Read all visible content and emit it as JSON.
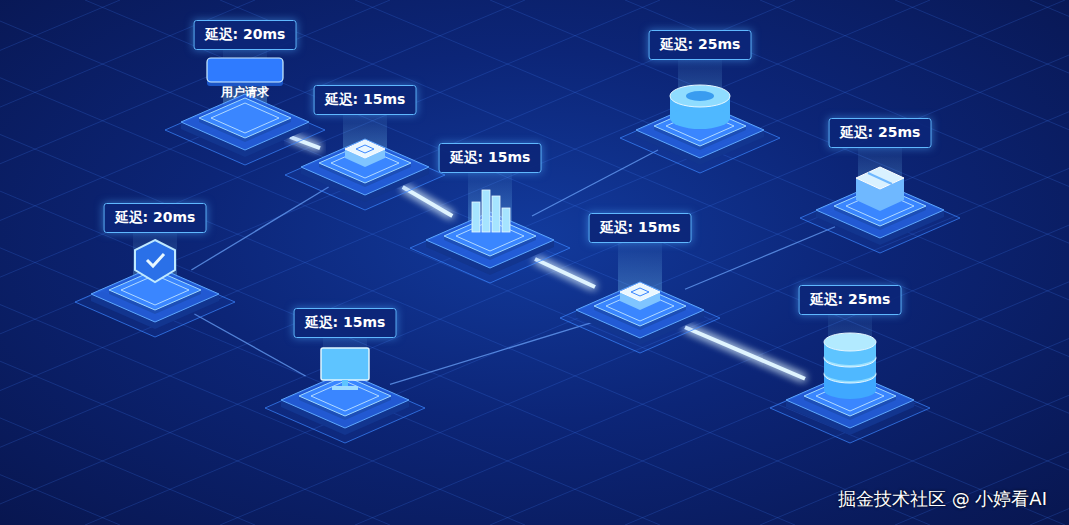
{
  "diagram": {
    "nodes": [
      {
        "text": [
          "延迟: 20ms",
          "用户请求"
        ]
      },
      {
        "text": [
          "延迟: 15ms"
        ]
      },
      {
        "text": [
          "延迟: 15ms"
        ]
      },
      {
        "text": [
          "延迟: 25ms"
        ]
      },
      {
        "text": [
          "延迟: 25ms"
        ]
      },
      {
        "text": [
          "延迟: 20ms"
        ]
      },
      {
        "text": [
          "延迟: 15ms"
        ]
      },
      {
        "text": [
          "延迟: 15ms"
        ]
      },
      {
        "text": [
          "延迟: 25ms"
        ]
      }
    ],
    "edges": [
      {
        "from": 0,
        "to": 1,
        "arrow": "none"
      },
      {
        "from": 1,
        "to": 2,
        "arrow": "none"
      },
      {
        "from": 2,
        "to": 6,
        "arrow": "none"
      },
      {
        "from": 6,
        "to": 8,
        "arrow": "none"
      },
      {
        "from": 2,
        "to": 3,
        "arrow": "none"
      },
      {
        "from": 6,
        "to": 4,
        "arrow": "none"
      },
      {
        "from": 5,
        "to": 1,
        "arrow": "none"
      },
      {
        "from": 5,
        "to": 7,
        "arrow": "none"
      },
      {
        "from": 7,
        "to": 6,
        "arrow": "none"
      }
    ],
    "labels": [
      "掘金技术社区 @ 小婷看AI"
    ]
  }
}
